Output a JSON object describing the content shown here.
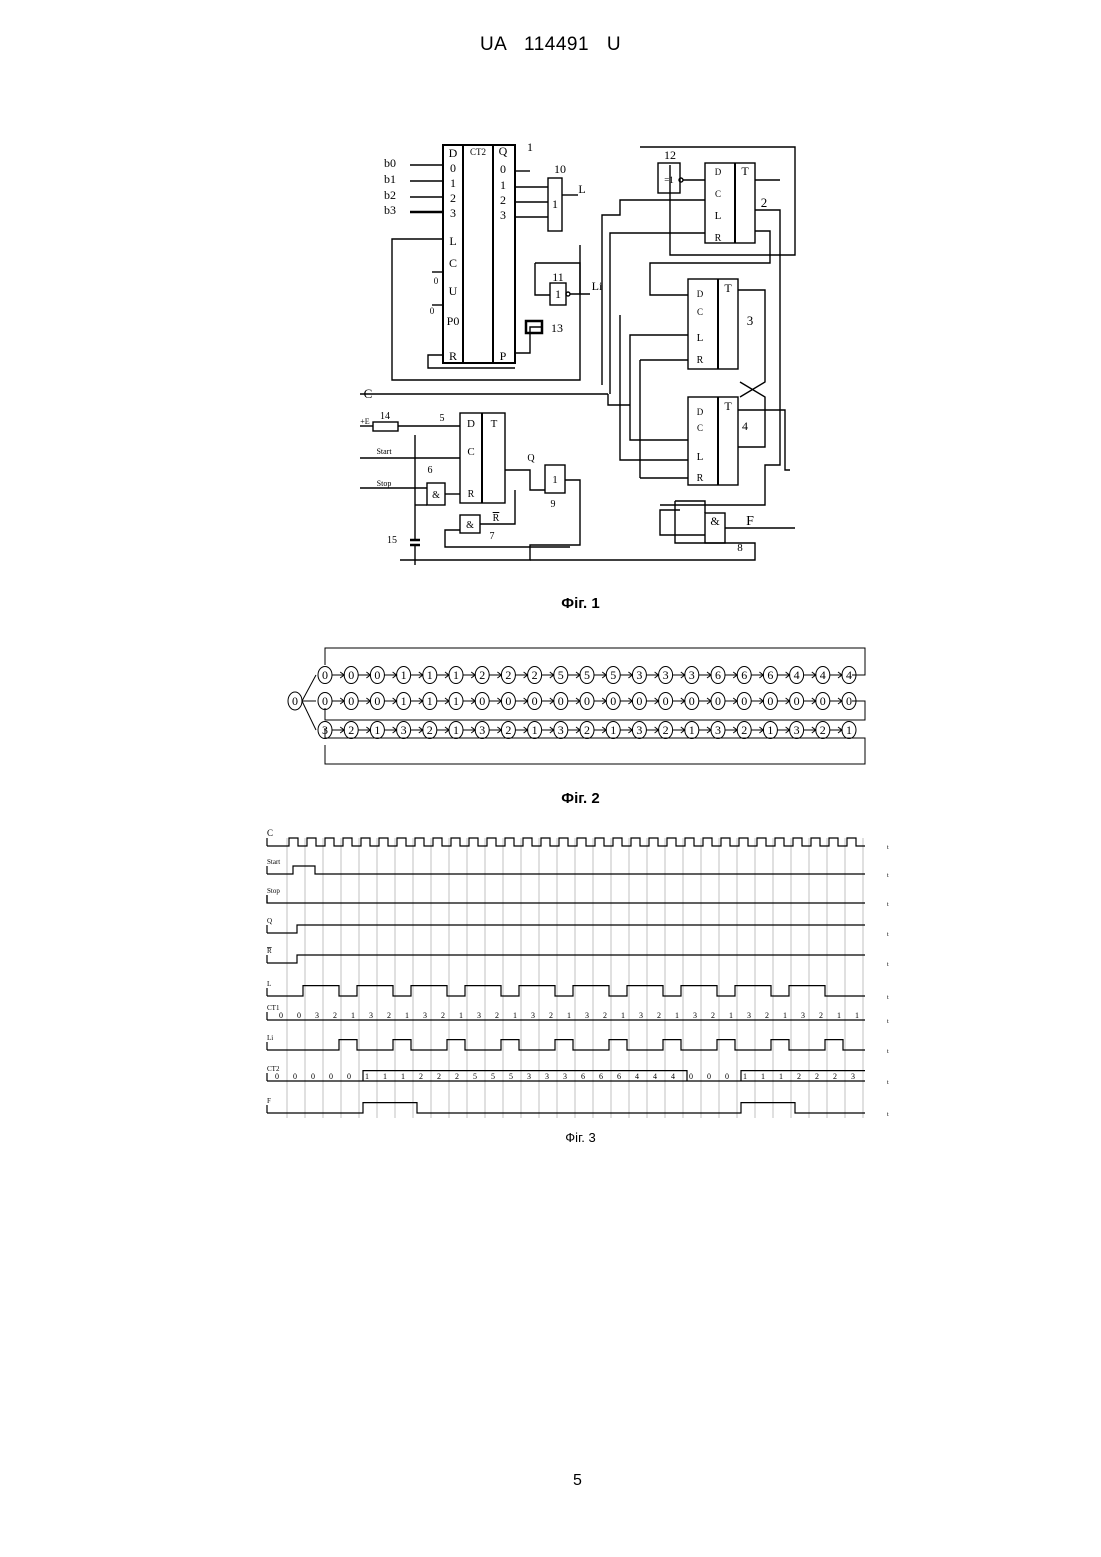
{
  "header": {
    "doc_id": "UA 114491 U"
  },
  "fig1": {
    "caption": "Фіг. 1",
    "ct2_label": "CT2",
    "ct2_inputs": [
      "D",
      "0",
      "1",
      "2",
      "3",
      "L",
      "C",
      "U",
      "P0",
      "R"
    ],
    "ct2_outputs": [
      "Q",
      "0",
      "1",
      "2",
      "3",
      "P"
    ],
    "b_labels": [
      "b0",
      "b1",
      "b2",
      "b3"
    ],
    "element_numbers": [
      "1",
      "2",
      "3",
      "4",
      "5",
      "6",
      "7",
      "8",
      "9",
      "10",
      "11",
      "12",
      "13",
      "14",
      "15"
    ],
    "signals": {
      "L": "L",
      "Li": "Li",
      "C": "C",
      "F": "F",
      "Q": "Q",
      "Rbar": "R",
      "plusE": "+E",
      "start": "Start",
      "stop": "Stop",
      "zero": "0"
    },
    "gates": {
      "or": "1",
      "and": "&",
      "xor": "=1"
    },
    "ff_labels": {
      "D": "D",
      "C": "C",
      "L": "L",
      "R": "R",
      "T": "T"
    }
  },
  "fig2": {
    "caption": "Фіг. 2",
    "start_state": "0",
    "rows": [
      [
        "0",
        "0",
        "0",
        "1",
        "1",
        "1",
        "2",
        "2",
        "2",
        "5",
        "5",
        "5",
        "3",
        "3",
        "3",
        "6",
        "6",
        "6",
        "4",
        "4",
        "4"
      ],
      [
        "0",
        "0",
        "0",
        "1",
        "1",
        "1",
        "0",
        "0",
        "0",
        "0",
        "0",
        "0",
        "0",
        "0",
        "0",
        "0",
        "0",
        "0",
        "0",
        "0",
        "0"
      ],
      [
        "3",
        "2",
        "1",
        "3",
        "2",
        "1",
        "3",
        "2",
        "1",
        "3",
        "2",
        "1",
        "3",
        "2",
        "1",
        "3",
        "2",
        "1",
        "3",
        "2",
        "1"
      ]
    ]
  },
  "fig3": {
    "caption": "Фіг. 3",
    "axis_label": "t",
    "signal_names": [
      "C",
      "Start",
      "Stop",
      "Q",
      "R",
      "L",
      "CT1",
      "Li",
      "CT2",
      "F"
    ],
    "ct1_values": [
      "0",
      "0",
      "3",
      "2",
      "1",
      "3",
      "2",
      "1",
      "3",
      "2",
      "1",
      "3",
      "2",
      "1",
      "3",
      "2",
      "1",
      "3",
      "2",
      "1",
      "3",
      "2",
      "1",
      "3",
      "2",
      "1",
      "3",
      "2",
      "1",
      "3",
      "2",
      "1",
      "1"
    ],
    "ct2_values": [
      "0",
      "0",
      "0",
      "0",
      "0",
      "1",
      "1",
      "1",
      "2",
      "2",
      "2",
      "5",
      "5",
      "5",
      "3",
      "3",
      "3",
      "6",
      "6",
      "6",
      "4",
      "4",
      "4",
      "0",
      "0",
      "0",
      "1",
      "1",
      "1",
      "2",
      "2",
      "2",
      "3"
    ]
  },
  "footer": {
    "page_number": "5"
  }
}
